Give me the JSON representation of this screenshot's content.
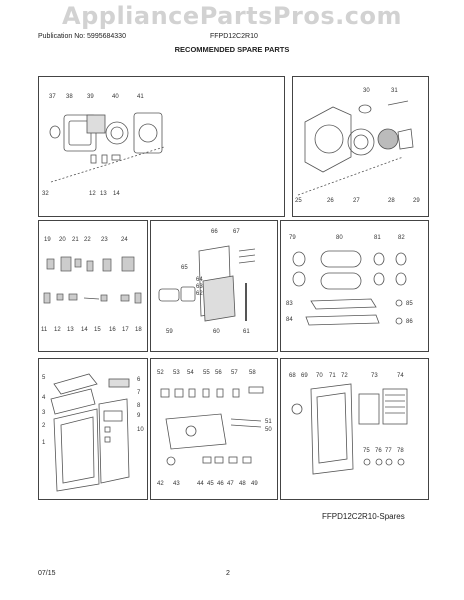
{
  "header": {
    "watermark": "AppliancePartsPros.com",
    "publication": "Publication No: 5995684330",
    "model": "FFPD12C2R10",
    "heading": "RECOMMENDED SPARE PARTS"
  },
  "panels": [
    {
      "id": "top-left",
      "labels": [
        "37",
        "38",
        "39",
        "40",
        "41",
        "12",
        "13",
        "14",
        "32"
      ]
    },
    {
      "id": "top-right",
      "labels": [
        "30",
        "31",
        "25",
        "26",
        "27",
        "28",
        "29"
      ]
    },
    {
      "id": "mid-left",
      "labels": [
        "19",
        "20",
        "21",
        "22",
        "23",
        "24",
        "11",
        "12",
        "13",
        "14",
        "15",
        "16",
        "17",
        "18"
      ]
    },
    {
      "id": "mid-center",
      "labels": [
        "66",
        "67",
        "65",
        "64",
        "63",
        "62",
        "59",
        "60",
        "61"
      ]
    },
    {
      "id": "mid-right",
      "labels": [
        "79",
        "80",
        "81",
        "82",
        "83",
        "84",
        "85",
        "86"
      ]
    },
    {
      "id": "bottom-left",
      "labels": [
        "5",
        "4",
        "3",
        "2",
        "1",
        "6",
        "7",
        "8",
        "9",
        "10"
      ]
    },
    {
      "id": "bottom-center",
      "labels": [
        "52",
        "53",
        "54",
        "55",
        "56",
        "57",
        "58",
        "51",
        "50",
        "42",
        "43",
        "44",
        "45",
        "46",
        "47",
        "48",
        "49"
      ]
    },
    {
      "id": "bottom-right",
      "labels": [
        "68",
        "69",
        "70",
        "71",
        "72",
        "73",
        "74",
        "75",
        "76",
        "77",
        "78"
      ]
    }
  ],
  "footer": {
    "spares_label": "FFPD12C2R10-Spares",
    "date": "07/15",
    "page_number": "2"
  }
}
